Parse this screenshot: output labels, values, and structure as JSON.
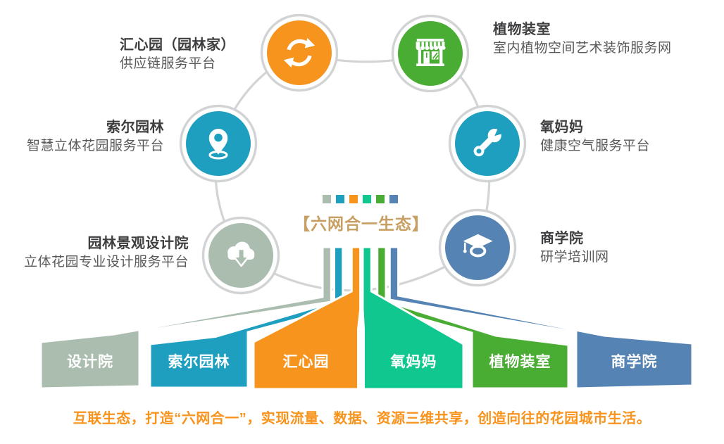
{
  "center": {
    "title": "【六网合一生态】",
    "legend_squares": [
      "#ABBDAF",
      "#1E9FC0",
      "#F7941E",
      "#0FC78F",
      "#4AAD33",
      "#5583B3"
    ]
  },
  "nodes": [
    {
      "title": "汇心园（园林家）",
      "subtitle": "供应链服务平台",
      "color": "#F7941E",
      "icon": "cycle-icon"
    },
    {
      "title": "植物装室",
      "subtitle": "室内植物空间艺术装饰服务网",
      "color": "#4AAD33",
      "icon": "storefront-icon"
    },
    {
      "title": "索尔园林",
      "subtitle": "智慧立体花园服务平台",
      "color": "#1E9FC0",
      "icon": "location-pin-icon"
    },
    {
      "title": "氧妈妈",
      "subtitle": "健康空气服务平台",
      "color": "#1E9FC0",
      "icon": "wrench-icon"
    },
    {
      "title": "园林景观设计院",
      "subtitle": "立体花园专业设计服务平台",
      "color": "#ABBDAF",
      "icon": "cloud-download-icon"
    },
    {
      "title": "商学院",
      "subtitle": "研学培训网",
      "color": "#5583B3",
      "icon": "graduation-cap-icon"
    }
  ],
  "banners": [
    {
      "label": "设计院",
      "color": "#ABBDAF"
    },
    {
      "label": "索尔园林",
      "color": "#1E9FC0"
    },
    {
      "label": "汇心园",
      "color": "#F7941E"
    },
    {
      "label": "氧妈妈",
      "color": "#0FC78F"
    },
    {
      "label": "植物装室",
      "color": "#4AAD33"
    },
    {
      "label": "商学院",
      "color": "#5583B3"
    }
  ],
  "slogan": "互联生态，打造“六网合一”，实现流量、数据、资源三维共享，创造向往的花园城市生活。",
  "colors": {
    "orange": "#F7941E",
    "teal": "#1E9FC0",
    "green": "#4AAD33",
    "sage": "#ABBDAF",
    "steel": "#5583B3",
    "emerald": "#0FC78F",
    "gold_title": "#C79F62",
    "connector_gray": "#D2D4D5",
    "node_title_text": "#3E3E40",
    "node_subtitle_text": "#58595B",
    "slogan_text": "#F8941D",
    "background": "#FFFFFF"
  }
}
